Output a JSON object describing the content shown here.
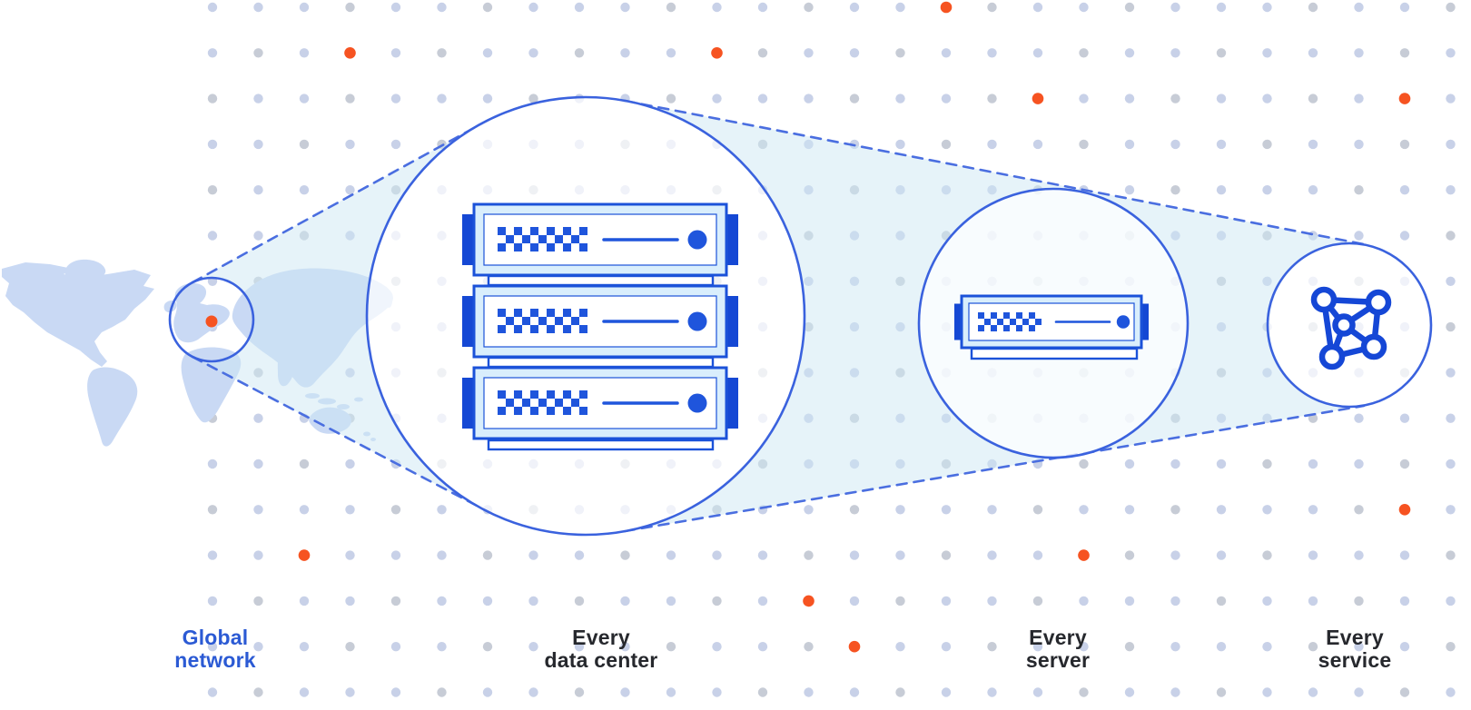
{
  "figure": {
    "description": "Zoom-out diagram: a point on the global network map expands to a data center rack, a single server, and a network service icon"
  },
  "stages": [
    {
      "id": "global-network",
      "label_line1": "Global",
      "label_line2": "network",
      "label_color": "#2b5ad4"
    },
    {
      "id": "every-data-center",
      "label_line1": "Every",
      "label_line2": "data center",
      "label_color": "#26282d"
    },
    {
      "id": "every-server",
      "label_line1": "Every",
      "label_line2": "server",
      "label_color": "#26282d"
    },
    {
      "id": "every-service",
      "label_line1": "Every",
      "label_line2": "service",
      "label_color": "#26282d"
    }
  ],
  "icons": {
    "map": "world-map",
    "marker": "location-dot-icon",
    "datacenter": "server-rack-icon",
    "server": "server-unit-icon",
    "service": "network-mesh-icon"
  },
  "colors": {
    "background": "#ffffff",
    "grid_dot": "#c2cce6",
    "grid_dot_alt": "#c1c6d2",
    "accent_orange": "#f65321",
    "circle_stroke": "#3a62de",
    "dashed_line": "#4a6ee0",
    "cone_fill": "#cde7f3",
    "map_fill": "#c9d9f4",
    "server_border": "#1b52d9",
    "server_fill": "#d9eefc",
    "server_ear": "#1548d4",
    "server_detail": "#1f55dc",
    "icon_blue": "#1547d6",
    "label_dark": "#26282d",
    "label_blue": "#2b5ad4"
  },
  "background_pattern": {
    "accent_dots_grid_positions": [
      {
        "col": 7,
        "row": 1
      },
      {
        "col": 15,
        "row": 1
      },
      {
        "col": 20,
        "row": 0
      },
      {
        "col": 22,
        "row": 2
      },
      {
        "col": 30,
        "row": 2
      },
      {
        "col": 30,
        "row": 11
      },
      {
        "col": 23,
        "row": 12
      },
      {
        "col": 6,
        "row": 12
      },
      {
        "col": 17,
        "row": 13
      },
      {
        "col": 18,
        "row": 14
      }
    ]
  }
}
